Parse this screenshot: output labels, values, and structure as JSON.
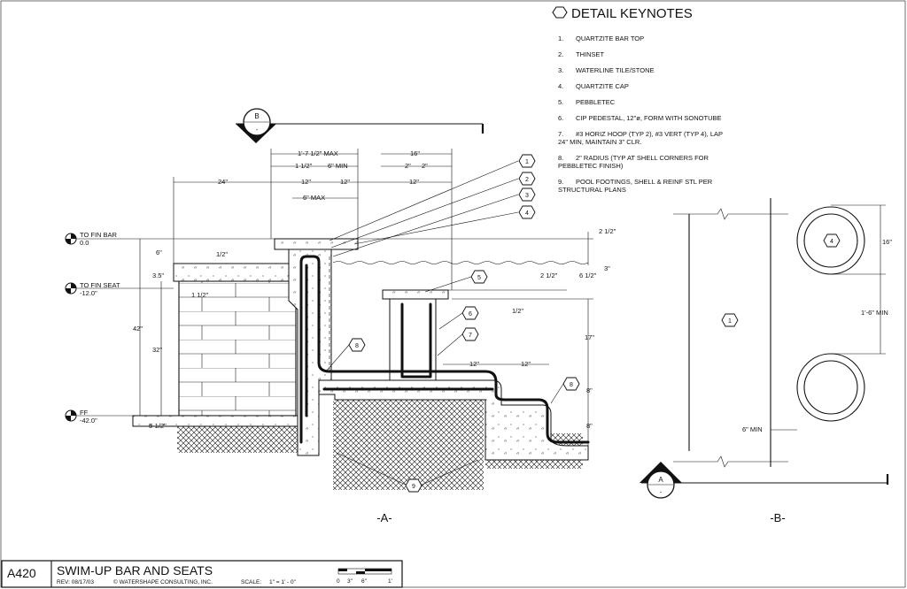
{
  "keynotes": {
    "title": "DETAIL KEYNOTES",
    "items": [
      {
        "num": "1.",
        "text": "QUARTZITE BAR TOP"
      },
      {
        "num": "2.",
        "text": "THINSET"
      },
      {
        "num": "3.",
        "text": "WATERLINE TILE/STONE"
      },
      {
        "num": "4.",
        "text": "QUARTZITE CAP"
      },
      {
        "num": "5.",
        "text": "PEBBLETEC"
      },
      {
        "num": "6.",
        "text": "CIP PEDESTAL, 12\"ø, FORM WITH SONOTUBE"
      },
      {
        "num": "7.",
        "text": "#3 HORIZ HOOP (TYP 2), #3 VERT (TYP 4), LAP",
        "cont": "24\" MIN, MAINTAIN 3\" CLR."
      },
      {
        "num": "8.",
        "text": "2\" RADIUS (TYP AT SHELL CORNERS FOR",
        "cont": "PEBBLETEC FINISH)"
      },
      {
        "num": "9.",
        "text": "POOL FOOTINGS, SHELL & REINF STL PER",
        "cont": "STRUCTURAL PLANS"
      }
    ]
  },
  "callouts": [
    "1",
    "2",
    "3",
    "4",
    "5",
    "6",
    "7",
    "8",
    "9"
  ],
  "section_marks": {
    "b_letter": "B",
    "a_letter": "A",
    "ref": "-"
  },
  "elevations": [
    {
      "label": "TO FIN BAR",
      "value": "0.0"
    },
    {
      "label": "TO FIN SEAT",
      "value": "-12.0\""
    },
    {
      "label": "FF",
      "value": "-42.0\""
    }
  ],
  "dimensions": {
    "top_row1": [
      "1'-7 1/2\" MAX",
      "16\""
    ],
    "top_row2": [
      "1 1/2\"",
      "6\" MIN",
      "2\"",
      "2\""
    ],
    "top_row3": [
      "24\"",
      "12\"",
      "12\"",
      "12\""
    ],
    "six_max": "6\" MAX",
    "left": [
      "6\"",
      "3.5\"",
      "42\"",
      "32\"",
      "1/2\"",
      "1 1/2\"",
      "5-1/2\""
    ],
    "right": [
      "2 1/2\"",
      "3\"",
      "2 1/2\"",
      "6 1/2\"",
      "1/2\"",
      "17\"",
      "8\"",
      "8\""
    ],
    "steps": [
      "12\"",
      "12\""
    ],
    "detail_b": [
      "16\"",
      "1'-6\" MIN",
      "6\" MIN"
    ]
  },
  "view_labels": {
    "a": "-A-",
    "b": "-B-"
  },
  "title_block": {
    "sheet": "A420",
    "title": "SWIM-UP BAR AND SEATS",
    "rev": "REV:  08/17/03",
    "copyright": "© WATERSHAPE CONSULTING, INC.",
    "scale_label": "SCALE:",
    "scale_value": "1\" = 1' - 0\"",
    "scale_ticks": [
      "0",
      "3\"",
      "6\"",
      "1'"
    ]
  }
}
